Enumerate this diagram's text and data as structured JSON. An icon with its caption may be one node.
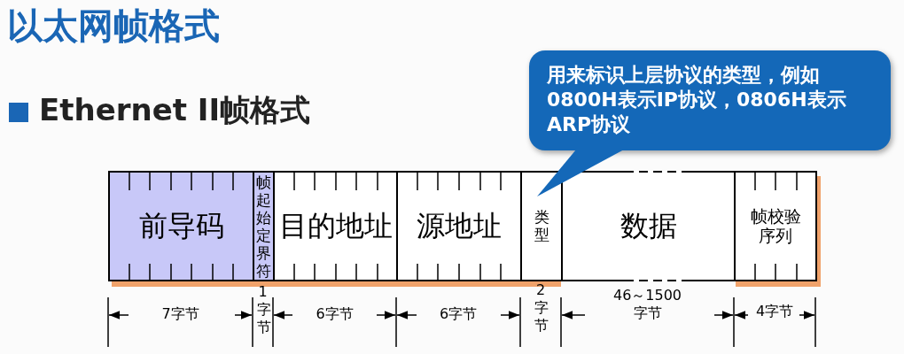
{
  "diagram": {
    "title": "以太网帧格式",
    "nodes": [
      {
        "text": [
          "前导码"
        ]
      },
      {
        "text": [
          "帧起始定界符"
        ]
      },
      {
        "text": [
          "目的地址"
        ]
      },
      {
        "text": [
          "源地址"
        ]
      },
      {
        "text": [
          "类型"
        ]
      },
      {
        "text": [
          "数据"
        ]
      },
      {
        "text": [
          "帧校验序列"
        ]
      },
      {
        "text": [
          "用来标识上层协议的类型，例如0800H表示IP协议，0806H表示ARP协议"
        ]
      }
    ],
    "edges": [
      {
        "from": 7,
        "to": 4,
        "arrow": "none"
      }
    ],
    "labels": [
      "Ethernet II帧格式",
      "7字节",
      "1字节",
      "6字节",
      "6字节",
      "2字节",
      "46～1500 字节",
      "4字节"
    ]
  }
}
